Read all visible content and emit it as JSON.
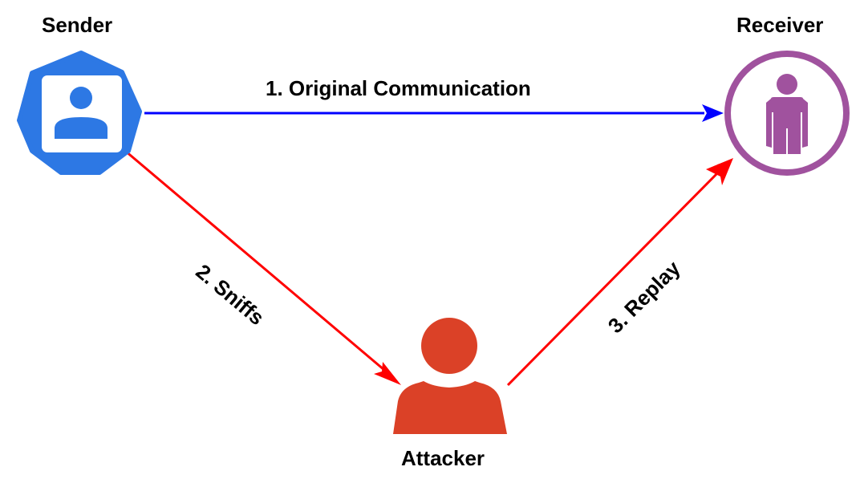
{
  "diagram": {
    "type": "replay-attack-flow",
    "nodes": [
      {
        "id": "sender",
        "label": "Sender",
        "icon": "user-badge-heptagon-icon",
        "color": "#2D78E4"
      },
      {
        "id": "receiver",
        "label": "Receiver",
        "icon": "person-circle-icon",
        "color": "#A0529E"
      },
      {
        "id": "attacker",
        "label": "Attacker",
        "icon": "person-silhouette-icon",
        "color": "#DB4127"
      }
    ],
    "edges": [
      {
        "from": "sender",
        "to": "receiver",
        "label": "1. Original Communication",
        "color": "#0000FF"
      },
      {
        "from": "sender",
        "to": "attacker",
        "label": "2. Sniffs",
        "color": "#FF0000"
      },
      {
        "from": "attacker",
        "to": "receiver",
        "label": "3. Replay",
        "color": "#FF0000"
      }
    ]
  },
  "colors": {
    "blue_arrow": "#0000FF",
    "red_arrow": "#FF0000",
    "sender": "#2D78E4",
    "receiver": "#A0529E",
    "attacker": "#DB4127"
  }
}
